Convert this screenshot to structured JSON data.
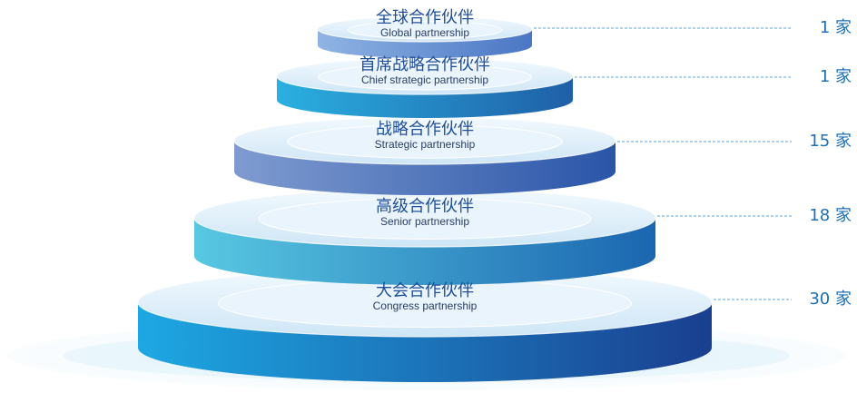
{
  "tiers": [
    {
      "name_cn": "全球合作伙伴",
      "name_en": "Global partnership",
      "count": "1 家"
    },
    {
      "name_cn": "首席战略合作伙伴",
      "name_en": "Chief strategic partnership",
      "count": "1 家"
    },
    {
      "name_cn": "战略合作伙伴",
      "name_en": "Strategic partnership",
      "count": "15 家"
    },
    {
      "name_cn": "高级合作伙伴",
      "name_en": "Senior partnership",
      "count": "18 家"
    },
    {
      "name_cn": "大会合作伙伴",
      "name_en": "Congress partnership",
      "count": "30 家"
    }
  ],
  "colors": {
    "text": "#1f4e9a",
    "count_text": "#1d6fb8",
    "leader_line": "#5aa7dc",
    "disc_top": "#dceefa",
    "base_glow": "#d9eef8"
  }
}
